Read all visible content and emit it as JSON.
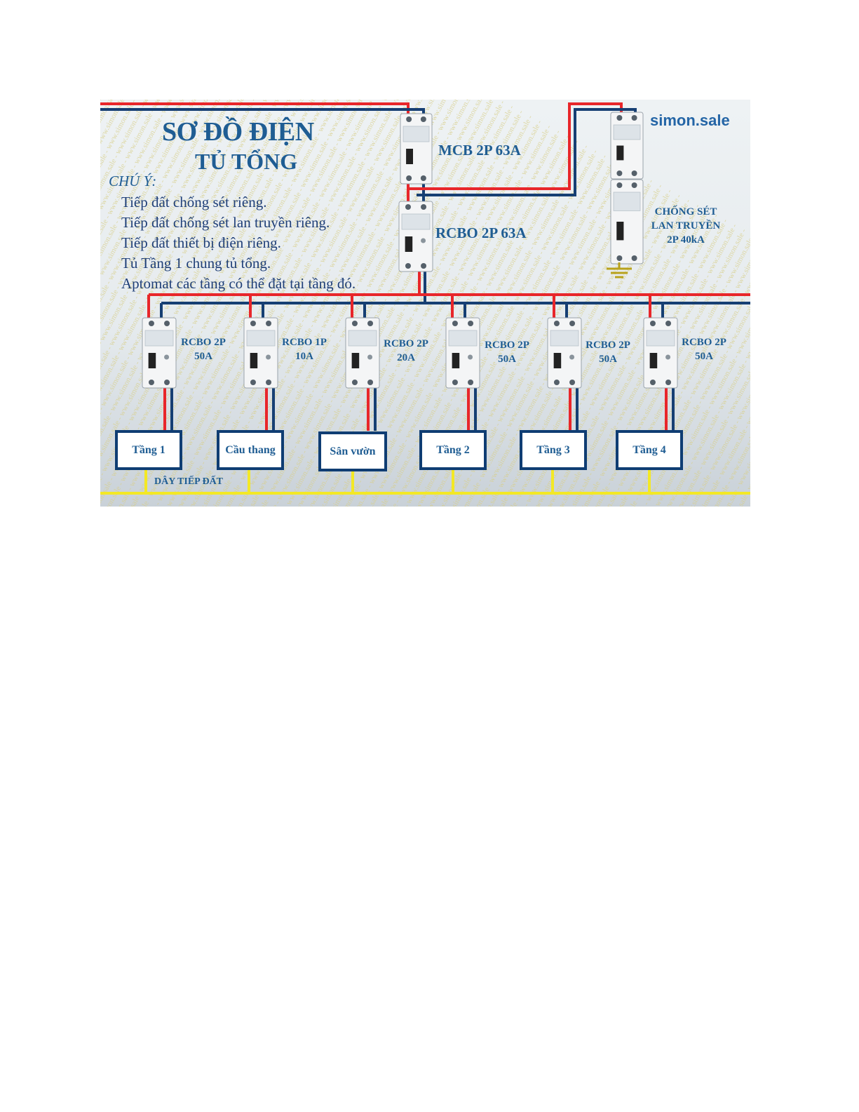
{
  "title": "SƠ ĐỒ ĐIỆN",
  "subtitle": "TỦ TỔNG",
  "notes_heading": "CHÚ Ý:",
  "notes": [
    "Tiếp đất chống sét riêng.",
    "Tiếp đất chống sét lan truyền  riêng.",
    "Tiếp đất thiết bị điện riêng.",
    "Tủ Tầng 1 chung tủ tổng.",
    "Aptomat các tầng có thể đặt tại tầng đó."
  ],
  "brand": "simon.sale",
  "watermark_text": "www.simon.sale - ",
  "main_breakers": {
    "mcb_label": "MCB 2P 63A",
    "rcbo_label": "RCBO 2P 63A",
    "spd_label_lines": [
      "CHỐNG SÉT",
      "LAN TRUYỀN",
      "2P 40kA"
    ]
  },
  "branches": [
    {
      "breaker_lines": [
        "RCBO 2P",
        "50A"
      ],
      "load": "Tầng 1"
    },
    {
      "breaker_lines": [
        "RCBO 1P",
        "10A"
      ],
      "load": "Cầu thang"
    },
    {
      "breaker_lines": [
        "RCBO 2P",
        "20A"
      ],
      "load": "Sân vườn"
    },
    {
      "breaker_lines": [
        "RCBO 2P",
        "50A"
      ],
      "load": "Tầng 2"
    },
    {
      "breaker_lines": [
        "RCBO 2P",
        "50A"
      ],
      "load": "Tầng 3"
    },
    {
      "breaker_lines": [
        "RCBO 2P",
        "50A"
      ],
      "load": "Tầng 4"
    }
  ],
  "ground_label": "DÂY TIẾP ĐẤT",
  "colors": {
    "phase_wire": "#e8262a",
    "neutral_wire": "#163f73",
    "ground_wire": "#f3e825",
    "text": "#1f5d93"
  }
}
